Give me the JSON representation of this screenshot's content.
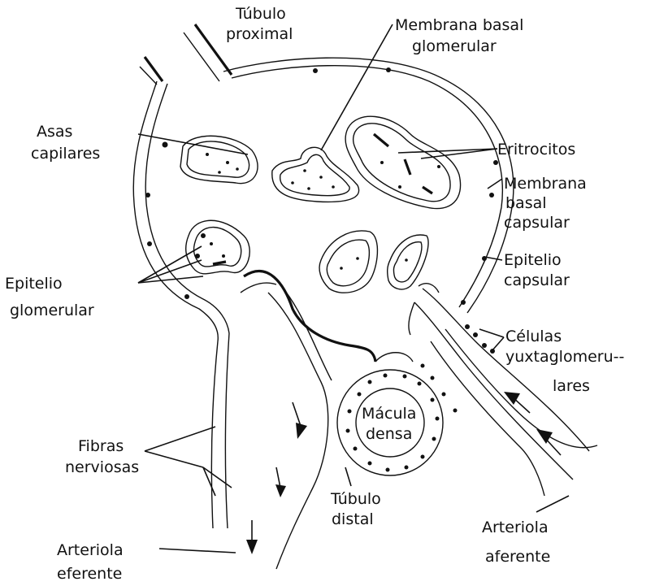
{
  "labels": {
    "tubulo_proximal": [
      "Túbulo",
      "proximal"
    ],
    "membrana_basal_glomerular": [
      "Membrana  basal",
      "glomerular"
    ],
    "asas_capilares": [
      "Asas",
      "capilares"
    ],
    "eritrocitos": [
      "Eritrocitos"
    ],
    "membrana_basal_capsular": [
      "Membrana",
      "basal",
      "capsular"
    ],
    "epitelio_capsular": [
      "Epitelio",
      "capsular"
    ],
    "epitelio_glomerular": [
      "Epitelio",
      "glomerular"
    ],
    "celulas_yuxtaglomerulares": [
      "Células",
      "yuxtaglomeru--",
      "lares"
    ],
    "macula_densa": [
      "Mácula",
      "densa"
    ],
    "fibras_nerviosas": [
      "Fibras",
      "nerviosas"
    ],
    "tubulo_distal": [
      "Túbulo",
      "distal"
    ],
    "arteriola_aferente": [
      "Arteriola",
      "aferente"
    ],
    "arteriola_eferente": [
      "Arteriola",
      "eferente"
    ]
  }
}
